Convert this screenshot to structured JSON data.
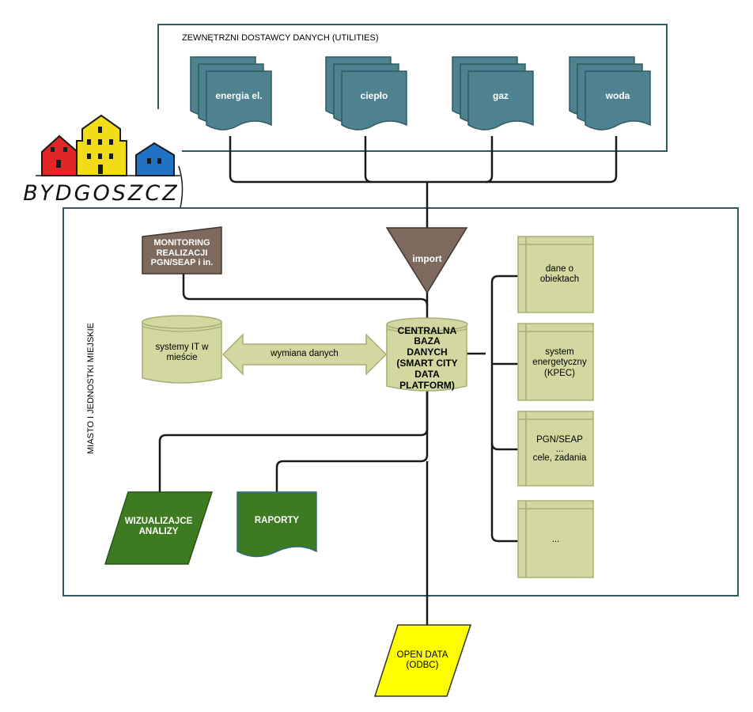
{
  "utilities": {
    "title": "ZEWNĘTRZNI DOSTAWCY DANYCH (UTILITIES)",
    "items": [
      "energia el.",
      "ciepło",
      "gaz",
      "woda"
    ]
  },
  "logo": {
    "text": "BYDGOSZCZ"
  },
  "city": {
    "title": "MIASTO I JEDNOSTKI MIEJSKIE"
  },
  "monitoring": {
    "lines": [
      "MONITORING",
      "REALIZACJI",
      "PGN/SEAP i in."
    ]
  },
  "import": {
    "label": "import"
  },
  "central_db": {
    "lines": [
      "CENTRALNA",
      "BAZA",
      "DANYCH",
      "(SMART CITY",
      "DATA",
      "PLATFORM)"
    ]
  },
  "it_systems": {
    "lines": [
      "systemy IT w",
      "mieście"
    ]
  },
  "exchange": {
    "label": "wymiana danych"
  },
  "data_modules": [
    {
      "lines": [
        "dane o",
        "obiektach"
      ]
    },
    {
      "lines": [
        "system",
        "energetyczny",
        "(KPEC)"
      ]
    },
    {
      "lines": [
        "PGN/SEAP",
        "...",
        "cele, zadania"
      ]
    },
    {
      "lines": [
        "..."
      ]
    }
  ],
  "visualization": {
    "lines": [
      "WIZUALIZAJCE",
      "ANALIZY"
    ]
  },
  "reports": {
    "label": "RAPORTY"
  },
  "open_data": {
    "lines": [
      "OPEN DATA",
      "(ODBC)"
    ]
  },
  "colors": {
    "teal": "#4e8290",
    "dark_border": "#2f5a5f",
    "brown": "#7d6a5c",
    "khaki": "#d2d8a0",
    "khaki_border": "#a7ae74",
    "green": "#3d7a22",
    "yellow": "#ffff00"
  }
}
